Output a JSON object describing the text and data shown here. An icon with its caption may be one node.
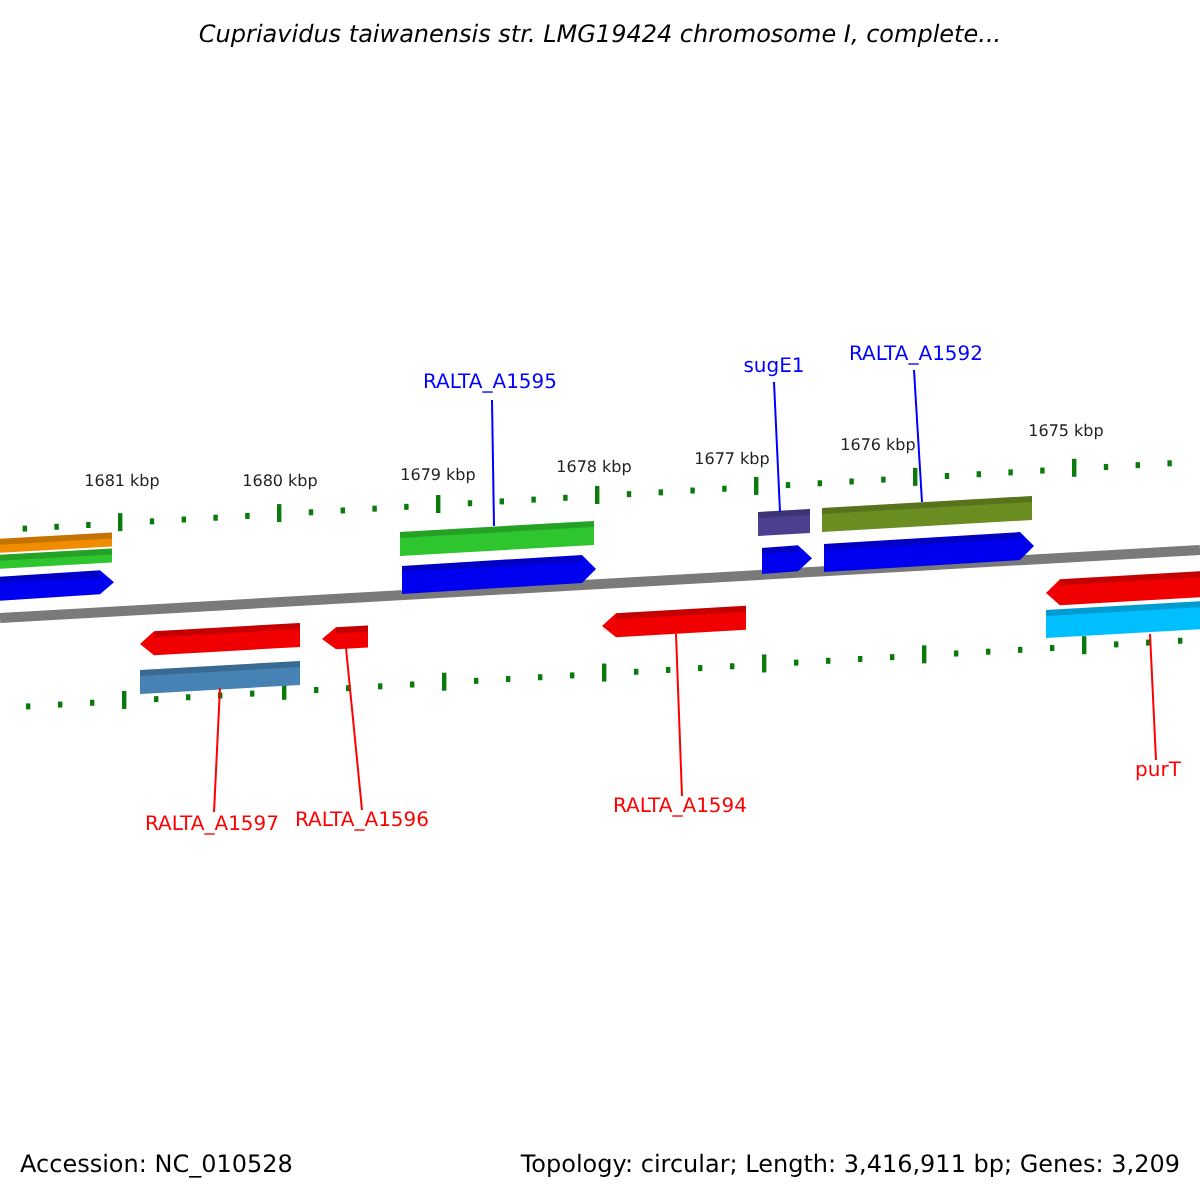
{
  "diagram": {
    "title": "Cupriavidus taiwanensis str. LMG19424 chromosome I, complete...",
    "nodes": [
      {
        "text": [
          "RALTA_A1595"
        ]
      },
      {
        "text": [],
        "shape": "bar"
      },
      {
        "text": [
          "sugE1"
        ]
      },
      {
        "text": [],
        "shape": "bar"
      },
      {
        "text": [
          "RALTA_A1592"
        ]
      },
      {
        "text": [],
        "shape": "bar"
      },
      {
        "text": [
          "RALTA_A1597"
        ]
      },
      {
        "text": [],
        "shape": "bar"
      },
      {
        "text": [
          "RALTA_A1596"
        ]
      },
      {
        "text": [],
        "shape": "arrow"
      },
      {
        "text": [
          "RALTA_A1594"
        ]
      },
      {
        "text": [],
        "shape": "arrow"
      },
      {
        "text": [
          "purT"
        ]
      },
      {
        "text": [],
        "shape": "bar"
      },
      {
        "text": [],
        "shape": "bar"
      },
      {
        "text": [],
        "shape": "bar"
      },
      {
        "text": [],
        "shape": "arrow"
      },
      {
        "text": [],
        "shape": "arrow"
      },
      {
        "text": [],
        "shape": "arrow"
      },
      {
        "text": [],
        "shape": "arrow"
      },
      {
        "text": [],
        "shape": "arrow"
      },
      {
        "text": [],
        "shape": "arrow"
      }
    ],
    "edges": [
      {
        "from": 0,
        "to": 1,
        "arrow": "none",
        "color": "#0000ff"
      },
      {
        "from": 2,
        "to": 3,
        "arrow": "none",
        "color": "#0000ff"
      },
      {
        "from": 4,
        "to": 5,
        "arrow": "none",
        "color": "#0000ff"
      },
      {
        "from": 6,
        "to": 7,
        "arrow": "none"
      },
      {
        "from": 8,
        "to": 9,
        "arrow": "none"
      },
      {
        "from": 10,
        "to": 11,
        "arrow": "none"
      },
      {
        "from": 12,
        "to": 13,
        "arrow": "none"
      }
    ],
    "labels": [
      "1681 kbp",
      "1680 kbp",
      "1679 kbp",
      "1678 kbp",
      "1677 kbp",
      "1676 kbp",
      "1675 kbp",
      "Accession: NC_010528",
      "Topology: circular; Length: 3,416,911 bp; Genes: 3,209"
    ]
  }
}
